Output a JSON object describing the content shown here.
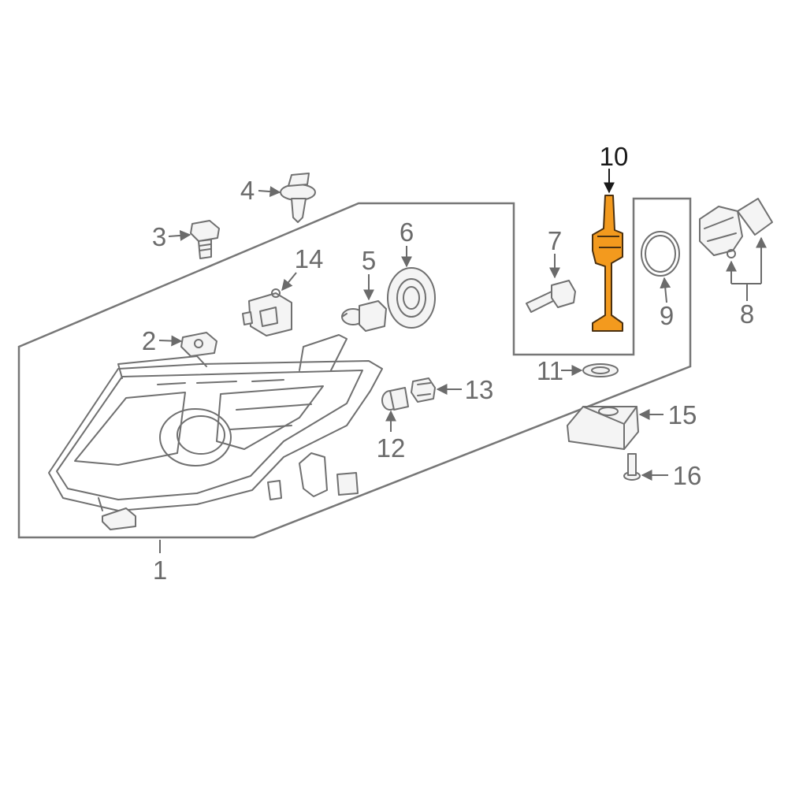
{
  "colors": {
    "highlight": "#F39A1E",
    "line": "#707070",
    "label": "#6b6b6b",
    "label_highlight": "#1a1a1a"
  },
  "callouts": {
    "p1": "1",
    "p2": "2",
    "p3": "3",
    "p4": "4",
    "p5": "5",
    "p6": "6",
    "p7": "7",
    "p8": "8",
    "p9": "9",
    "p10": "10",
    "p11": "11",
    "p12": "12",
    "p13": "13",
    "p14": "14",
    "p15": "15",
    "p16": "16"
  },
  "highlighted_part": "10"
}
